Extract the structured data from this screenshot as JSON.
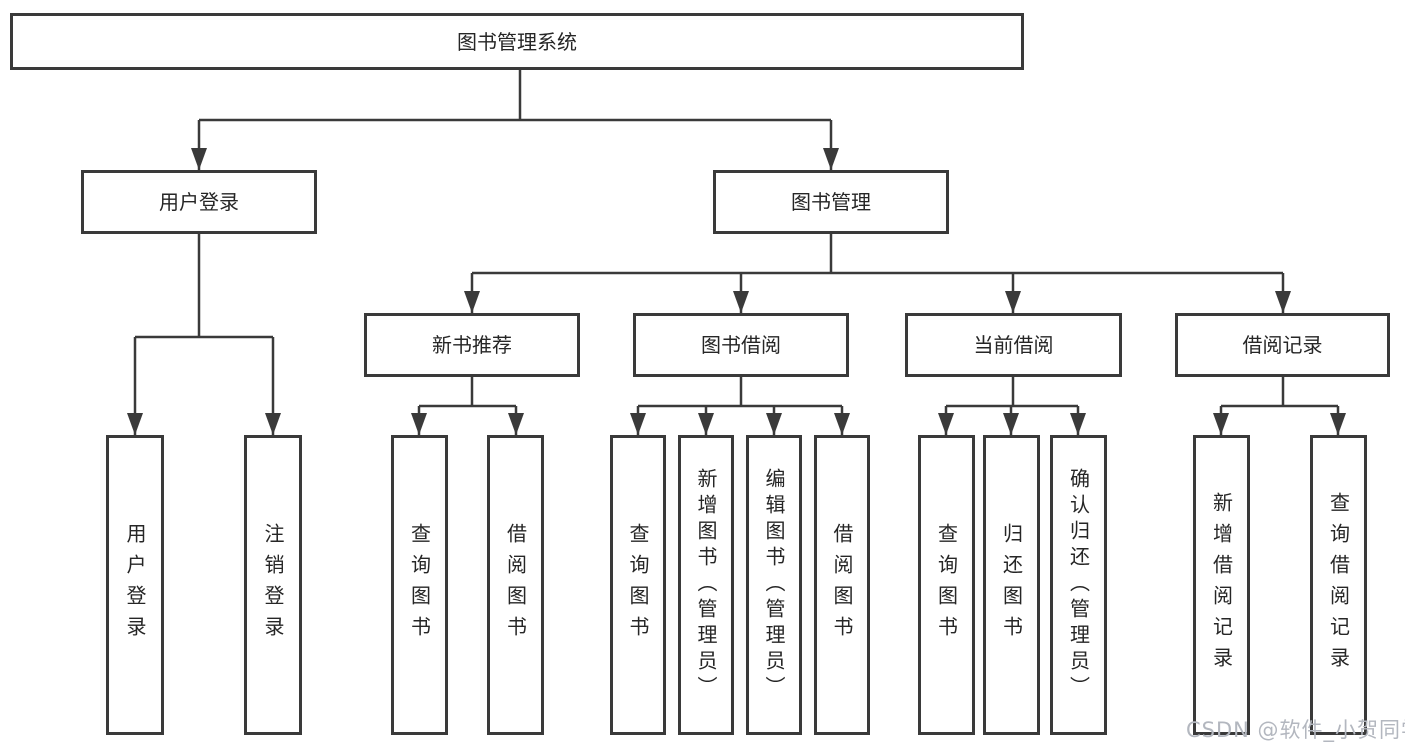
{
  "nodes": {
    "root": "图书管理系统",
    "level2": [
      "用户登录",
      "图书管理"
    ],
    "level3": [
      "新书推荐",
      "图书借阅",
      "当前借阅",
      "借阅记录"
    ],
    "leaves": {
      "login": [
        "用户登录",
        "注销登录"
      ],
      "recommend": [
        "查询图书",
        "借阅图书"
      ],
      "borrow": [
        "查询图书",
        "新增图书（管理员）",
        "编辑图书（管理员）",
        "借阅图书"
      ],
      "current": [
        "查询图书",
        "归还图书",
        "确认归还（管理员）"
      ],
      "records": [
        "新增借阅记录",
        "查询借阅记录"
      ]
    }
  },
  "watermark": "CSDN @软件_小贺同学",
  "colors": {
    "line": "#3a3a3a",
    "text": "#262626",
    "background": "#ffffff",
    "watermark": "#b3b7bf"
  }
}
